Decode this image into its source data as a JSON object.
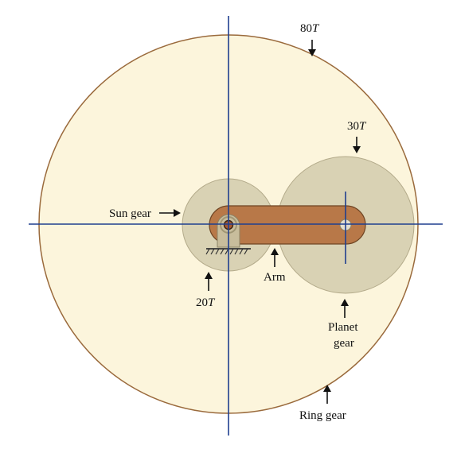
{
  "colors": {
    "ring_fill": "#fcf5dc",
    "ring_stroke": "#9a6a3c",
    "gear_fill": "#d9d2b4",
    "gear_stroke": "#b3aa8a",
    "arm_fill": "#b87848",
    "arm_stroke": "#6e4423",
    "bracket_fill": "#c8bd9c",
    "centerline": "#1f3f8f"
  },
  "labels": {
    "ring_teeth": {
      "num": "80",
      "unit": "T"
    },
    "planet_teeth": {
      "num": "30",
      "unit": "T"
    },
    "sun_teeth": {
      "num": "20",
      "unit": "T"
    },
    "sun_gear": "Sun gear",
    "arm": "Arm",
    "planet_gear_line1": "Planet",
    "planet_gear_line2": "gear",
    "ring_gear": "Ring gear"
  }
}
